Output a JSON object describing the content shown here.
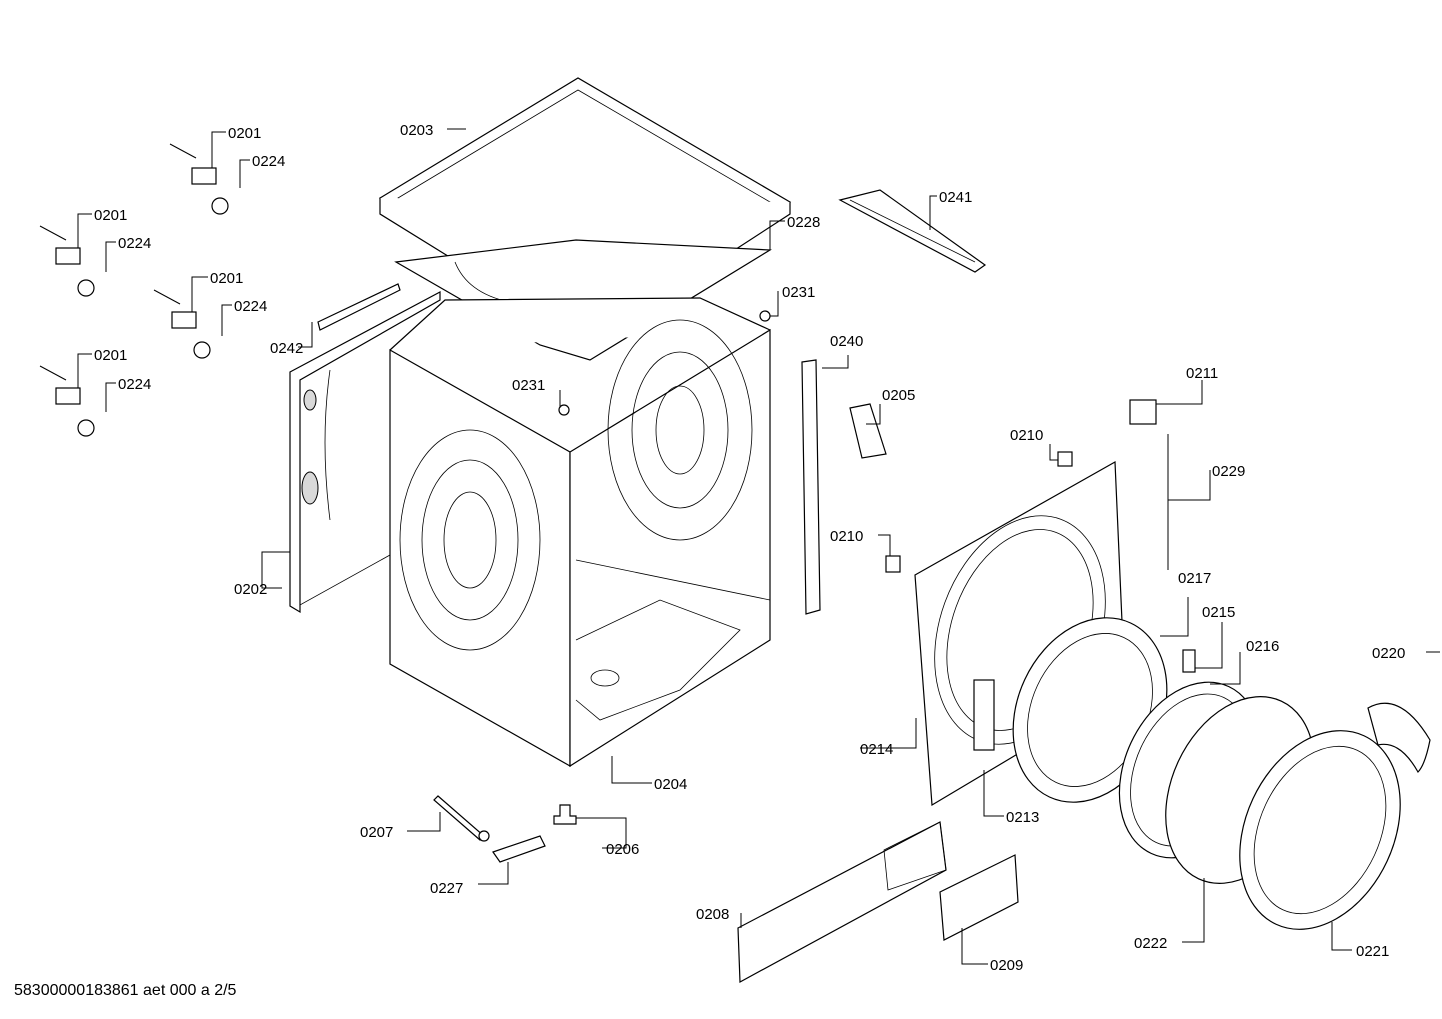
{
  "labels": {
    "p0201a": "0201",
    "p0224a": "0224",
    "p0201b": "0201",
    "p0224b": "0224",
    "p0201c": "0201",
    "p0224c": "0224",
    "p0201d": "0201",
    "p0224d": "0224",
    "p0203": "0203",
    "p0228": "0228",
    "p0241": "0241",
    "p0231a": "0231",
    "p0231b": "0231",
    "p0242": "0242",
    "p0240": "0240",
    "p0205": "0205",
    "p0202": "0202",
    "p0204": "0204",
    "p0211": "0211",
    "p0210a": "0210",
    "p0210b": "0210",
    "p0229": "0229",
    "p0217": "0217",
    "p0215": "0215",
    "p0216": "0216",
    "p0220": "0220",
    "p0214": "0214",
    "p0213": "0213",
    "p0207": "0207",
    "p0206": "0206",
    "p0227": "0227",
    "p0208": "0208",
    "p0209": "0209",
    "p0222": "0222",
    "p0221": "0221"
  },
  "footer": "58300000183861 aet 000 a 2/5"
}
